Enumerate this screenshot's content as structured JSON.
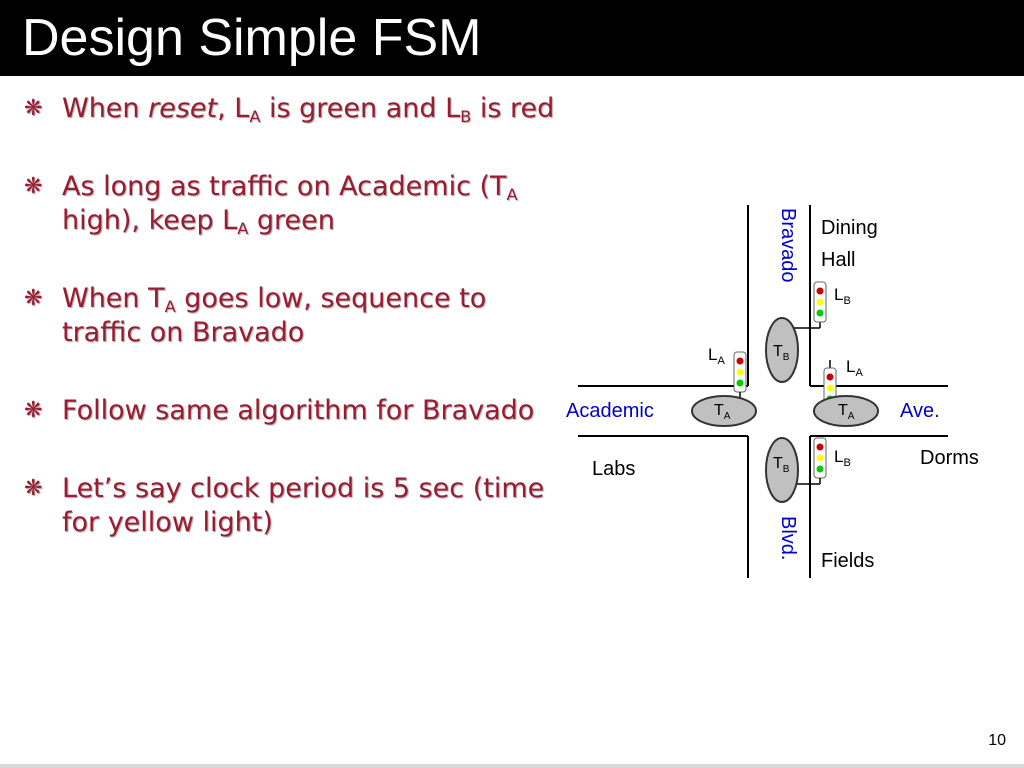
{
  "slide": {
    "title": "Design Simple FSM",
    "page_number": "10",
    "colors": {
      "title_bar": "#000000",
      "bullet_text": "#9b1b30",
      "street_text": "#0000cc"
    }
  },
  "bullets": [
    {
      "parts": [
        {
          "t": "When "
        },
        {
          "t": "reset",
          "style": "italic"
        },
        {
          "t": ", L"
        },
        {
          "t": "A",
          "style": "sub"
        },
        {
          "t": " is green and L"
        },
        {
          "t": "B",
          "style": "sub"
        },
        {
          "t": " is red"
        }
      ]
    },
    {
      "parts": [
        {
          "t": "As long as traffic on Academic (T"
        },
        {
          "t": "A",
          "style": "sub"
        },
        {
          "t": " high), keep L"
        },
        {
          "t": "A",
          "style": "sub"
        },
        {
          "t": "  green"
        }
      ]
    },
    {
      "parts": [
        {
          "t": "When T"
        },
        {
          "t": "A",
          "style": "sub"
        },
        {
          "t": " goes low, sequence to traffic on Bravado"
        }
      ]
    },
    {
      "parts": [
        {
          "t": "Follow same algorithm for Bravado"
        }
      ]
    },
    {
      "parts": [
        {
          "t": "Let’s say clock period is 5 sec (time for yellow light)"
        }
      ]
    }
  ],
  "bullet_icon": "asterisk-flower-icon",
  "diagram": {
    "streets": {
      "bravado": "Bravado",
      "blvd": "Blvd.",
      "academic": "Academic",
      "ave": "Ave."
    },
    "places": {
      "dining_line1": "Dining",
      "dining_line2": "Hall",
      "labs": "Labs",
      "dorms": "Dorms",
      "fields": "Fields"
    },
    "light_label": "L",
    "sensor_label": "T",
    "sub_a": "A",
    "sub_b": "B",
    "light_colors": {
      "red": "#cc0000",
      "yellow": "#ffff00",
      "green": "#00cc00"
    },
    "sensor_fill": "#c0c0c0"
  }
}
